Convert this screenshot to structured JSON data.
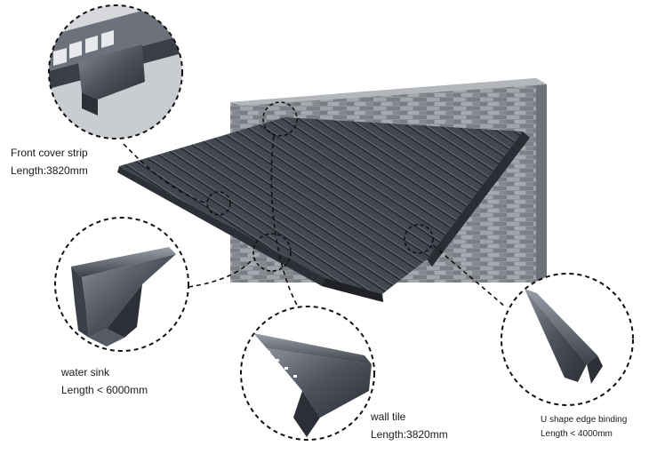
{
  "labels": {
    "front_cover": {
      "name": "Front cover strip",
      "length": "Length:3820mm"
    },
    "water_sink": {
      "name": "water sink",
      "length": "Length < 6000mm"
    },
    "wall_tile": {
      "name": "wall tile",
      "length": "Length:3820mm"
    },
    "u_shape": {
      "name": "U shape edge binding",
      "length": "Length < 4000mm"
    }
  },
  "colors": {
    "roof": "#4a4e57",
    "roof_dark": "#2f3238",
    "wall": "#8b8e94",
    "profile": "#5a5e68"
  }
}
